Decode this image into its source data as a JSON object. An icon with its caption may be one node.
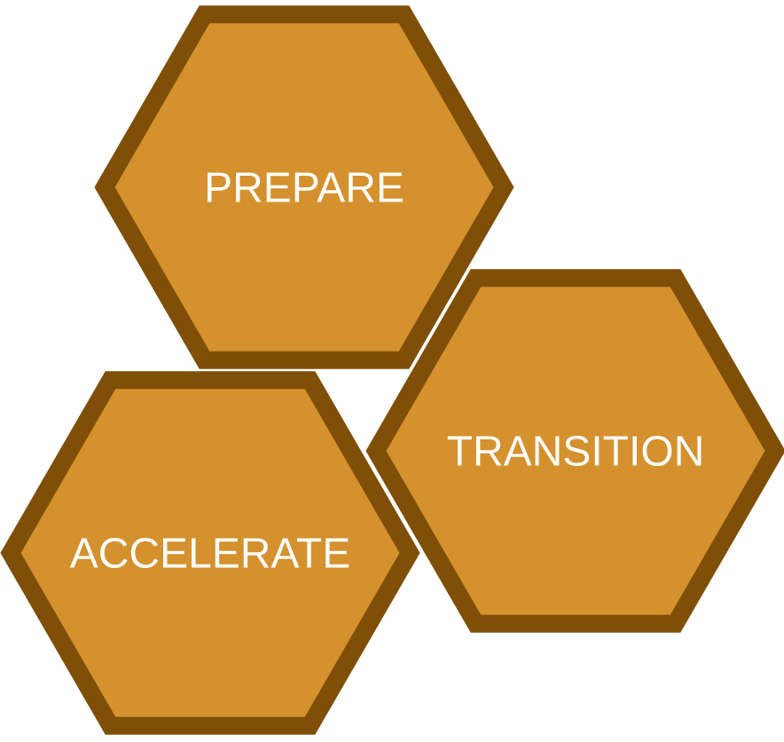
{
  "diagram": {
    "nodes": [
      {
        "text": [
          "PREPARE"
        ]
      },
      {
        "text": [
          "TRANSITION"
        ]
      },
      {
        "text": [
          "ACCELERATE"
        ]
      }
    ]
  }
}
